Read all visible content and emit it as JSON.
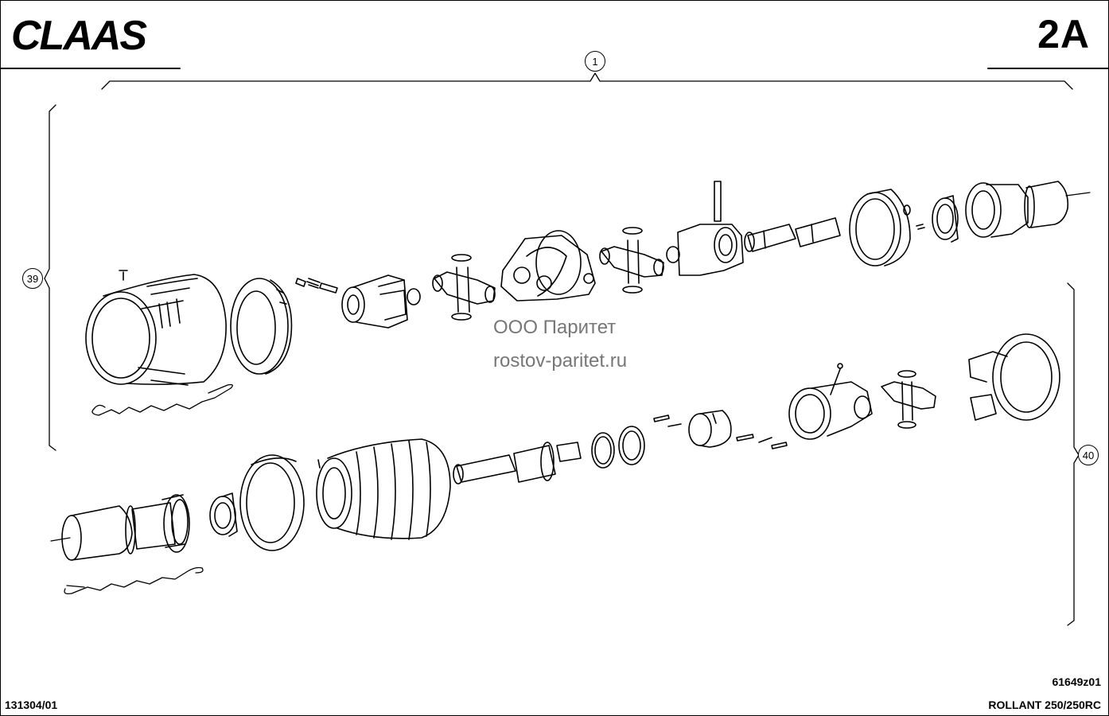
{
  "header": {
    "brand_logo": "CLAAS",
    "sheet_number": "2A"
  },
  "callouts": {
    "assembly": "1",
    "left_group": "39",
    "right_group": "40"
  },
  "watermark": {
    "line1": "ООО Паритет",
    "line2": "rostov-paritet.ru"
  },
  "footer": {
    "document_number": "131304/01",
    "figure_number": "61649z01",
    "model": "ROLLANT 250/250RC"
  }
}
